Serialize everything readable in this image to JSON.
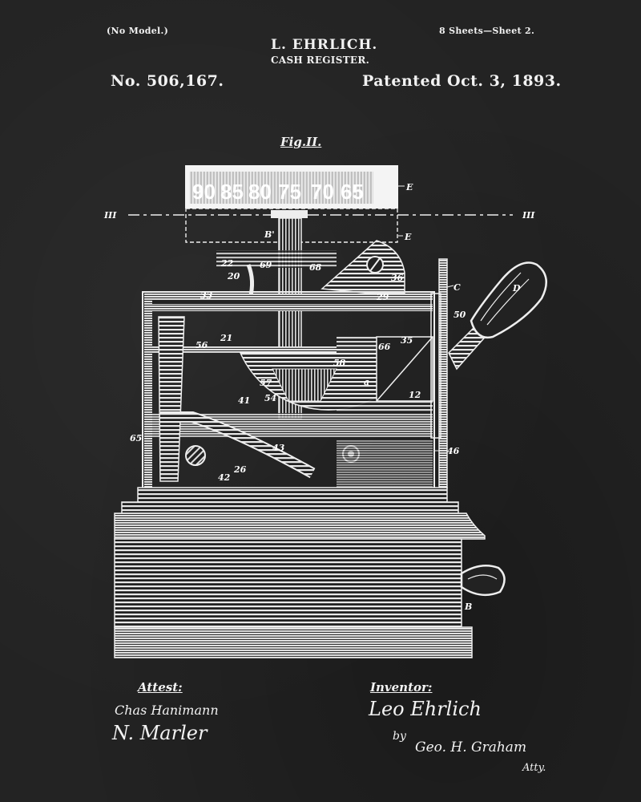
{
  "header": {
    "model_note": "(No Model.)",
    "sheet_info": "8 Sheets—Sheet 2.",
    "inventor_name": "L. EHRLICH.",
    "invention_title": "CASH REGISTER.",
    "patent_number": "No. 506,167.",
    "patent_date": "Patented Oct. 3, 1893."
  },
  "figure": {
    "title": "Fig.II.",
    "section_marker_left": "III",
    "section_marker_right": "III",
    "dial_numbers": [
      "90",
      "85",
      "80",
      "75",
      "70",
      "65"
    ],
    "reference_labels": {
      "E_top": "E",
      "E_bottom": "E",
      "B_prime": "B'",
      "C": "C",
      "D": "D",
      "B": "B",
      "n22": "22",
      "n69": "69",
      "n68": "68",
      "n20": "20",
      "n36": "36",
      "n33": "33",
      "n29": "29",
      "n50": "50",
      "n21": "21",
      "n56": "56",
      "n35": "35",
      "n66": "66",
      "n58": "58",
      "n57": "57",
      "n54": "54",
      "n41": "41",
      "n65": "65",
      "n43": "43",
      "n26": "26",
      "n42": "42",
      "n46": "46",
      "n12": "12",
      "a": "a"
    }
  },
  "signatures": {
    "attest_heading": "Attest:",
    "witness_1": "Chas Hanimann",
    "witness_2": "N. Marler",
    "inventor_heading": "Inventor:",
    "inventor_signature": "Leo Ehrlich",
    "by": "by",
    "attorney_signature": "Geo. H. Graham",
    "attorney_suffix": "Atty."
  }
}
